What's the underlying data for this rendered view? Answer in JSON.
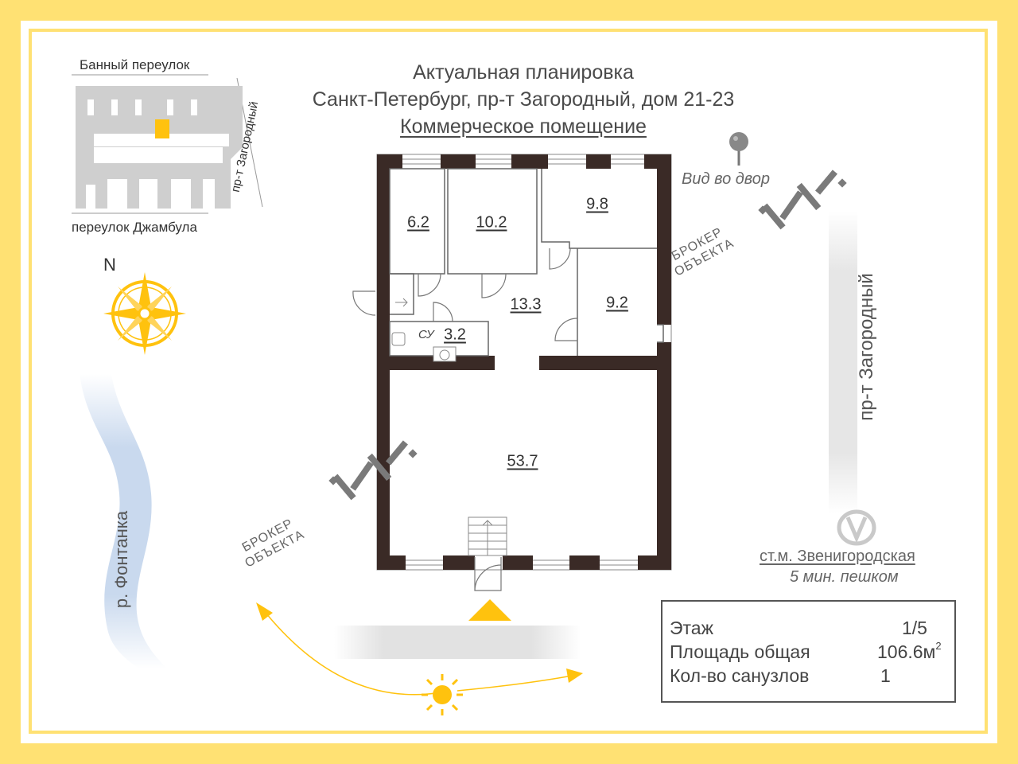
{
  "title": {
    "line1": "Актуальная планировка",
    "line2": "Санкт-Петербург, пр-т Загородный, дом 21-23",
    "line3": "Коммерческое помещение"
  },
  "minimap": {
    "street_top": "Банный переулок",
    "street_bottom": "переулок Джамбула",
    "street_right": "пр-т Загородный"
  },
  "compass": {
    "north": "N"
  },
  "river": "р. Фонтанка",
  "rooms": [
    {
      "area": "6.2"
    },
    {
      "area": "10.2"
    },
    {
      "area": "9.8"
    },
    {
      "area": "13.3"
    },
    {
      "area": "9.2"
    },
    {
      "area": "3.2",
      "prefix": "СУ"
    },
    {
      "area": "53.7"
    }
  ],
  "watermark": {
    "line1": "БРОКЕР",
    "line2": "ОБЪЕКТА"
  },
  "courtyard_view": "Вид во двор",
  "avenue": "пр-т Загородный",
  "metro": {
    "station": "ст.м. Звенигородская",
    "walk": "5 мин. пешком"
  },
  "info": {
    "floor_label": "Этаж",
    "floor_value": "1/5",
    "area_label": "Площадь общая",
    "area_value": "106.6м",
    "area_unit_sup": "2",
    "bathrooms_label": "Кол-во санузлов",
    "bathrooms_value": "1"
  },
  "colors": {
    "frame": "#ffe173",
    "wall": "#3a2a26",
    "accent_yellow": "#ffc20e",
    "river_blue": "#c9d9ee"
  }
}
